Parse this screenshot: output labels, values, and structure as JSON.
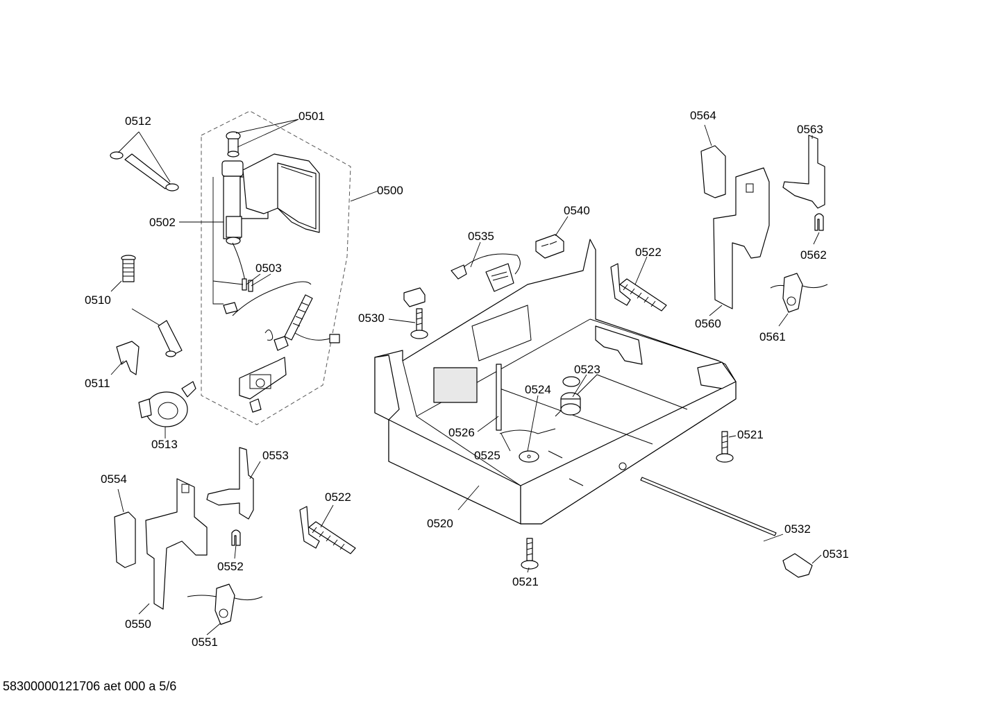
{
  "diagram": {
    "footer": "58300000121706 aet 000 a 5/6",
    "labels": {
      "p0500": "0500",
      "p0501": "0501",
      "p0502": "0502",
      "p0503": "0503",
      "p0510": "0510",
      "p0511": "0511",
      "p0512": "0512",
      "p0513": "0513",
      "p0520": "0520",
      "p0521a": "0521",
      "p0521b": "0521",
      "p0522a": "0522",
      "p0522b": "0522",
      "p0523": "0523",
      "p0524": "0524",
      "p0525": "0525",
      "p0526": "0526",
      "p0530": "0530",
      "p0531": "0531",
      "p0532": "0532",
      "p0535": "0535",
      "p0540": "0540",
      "p0550": "0550",
      "p0551": "0551",
      "p0552": "0552",
      "p0553": "0553",
      "p0554": "0554",
      "p0560": "0560",
      "p0561": "0561",
      "p0562": "0562",
      "p0563": "0563",
      "p0564": "0564"
    }
  }
}
